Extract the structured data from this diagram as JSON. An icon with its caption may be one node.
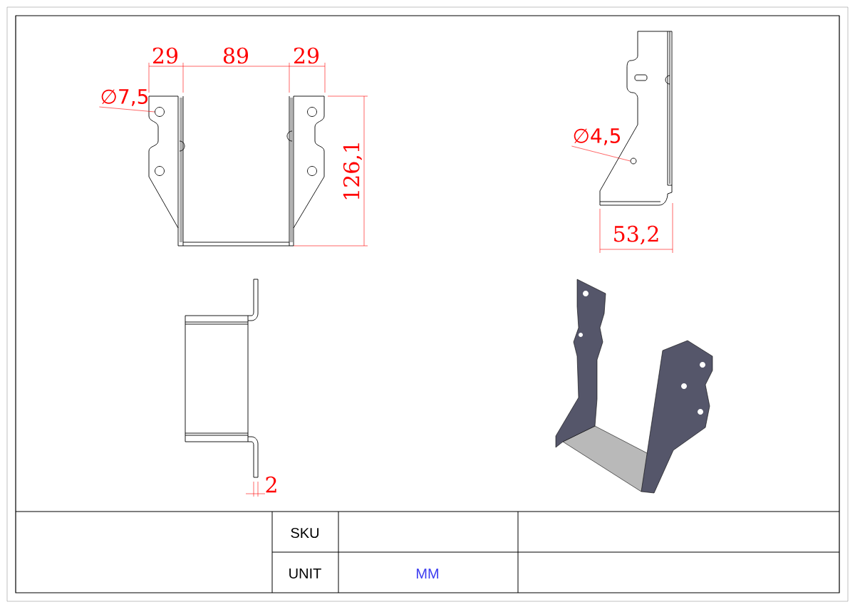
{
  "diagram": {
    "nodes": [
      {
        "text": [
          "∅7,5"
        ]
      },
      {
        "text": [],
        "shape": "circle"
      },
      {
        "text": [
          "∅4,5"
        ]
      },
      {
        "text": [],
        "shape": "circle"
      }
    ],
    "edges": [
      {
        "from": 0,
        "to": 1,
        "arrow": "none",
        "color": "#ff0000"
      },
      {
        "from": 2,
        "to": 3,
        "arrow": "none",
        "color": "#ff0000"
      }
    ],
    "labels": [
      "29",
      "89",
      "29",
      "126,1",
      "53,2",
      "2",
      "SKU",
      "UNIT",
      "MM"
    ]
  }
}
